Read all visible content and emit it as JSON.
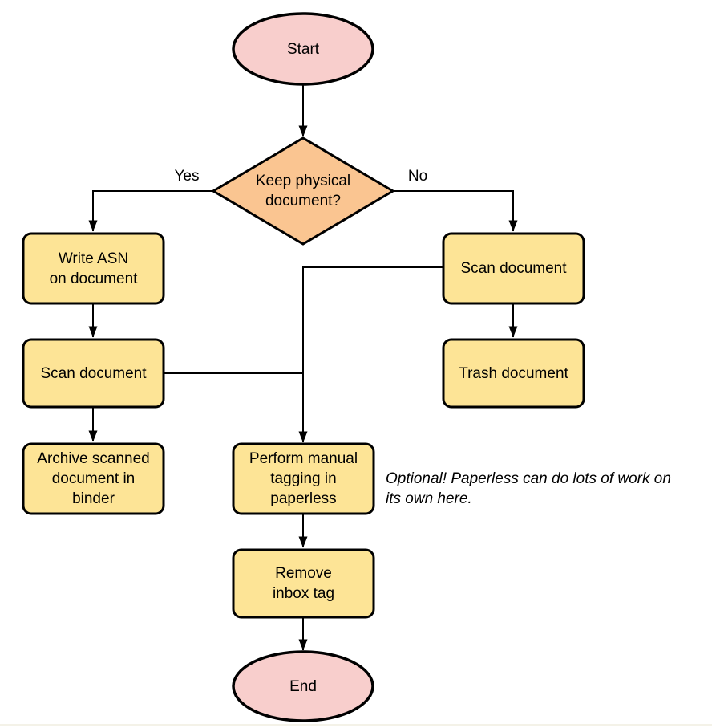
{
  "diagram": {
    "type": "flowchart",
    "colors": {
      "terminator_fill": "#F8CECC",
      "decision_fill": "#FAC591",
      "process_fill": "#FDE496",
      "stroke": "#000000",
      "edge": "#000000"
    },
    "nodes": {
      "start": {
        "label": "Start"
      },
      "decision": {
        "label": "Keep physical\ndocument?"
      },
      "write_asn": {
        "label": "Write ASN\non document"
      },
      "scan_left": {
        "label": "Scan document"
      },
      "archive": {
        "label": "Archive scanned\ndocument in\nbinder"
      },
      "scan_right": {
        "label": "Scan document"
      },
      "trash": {
        "label": "Trash document"
      },
      "tagging": {
        "label": "Perform manual\ntagging in\npaperless"
      },
      "remove_inbox": {
        "label": "Remove\ninbox tag"
      },
      "end": {
        "label": "End"
      }
    },
    "edge_labels": {
      "yes": "Yes",
      "no": "No"
    },
    "annotation": "Optional! Paperless can do lots of work on\nits own here."
  }
}
